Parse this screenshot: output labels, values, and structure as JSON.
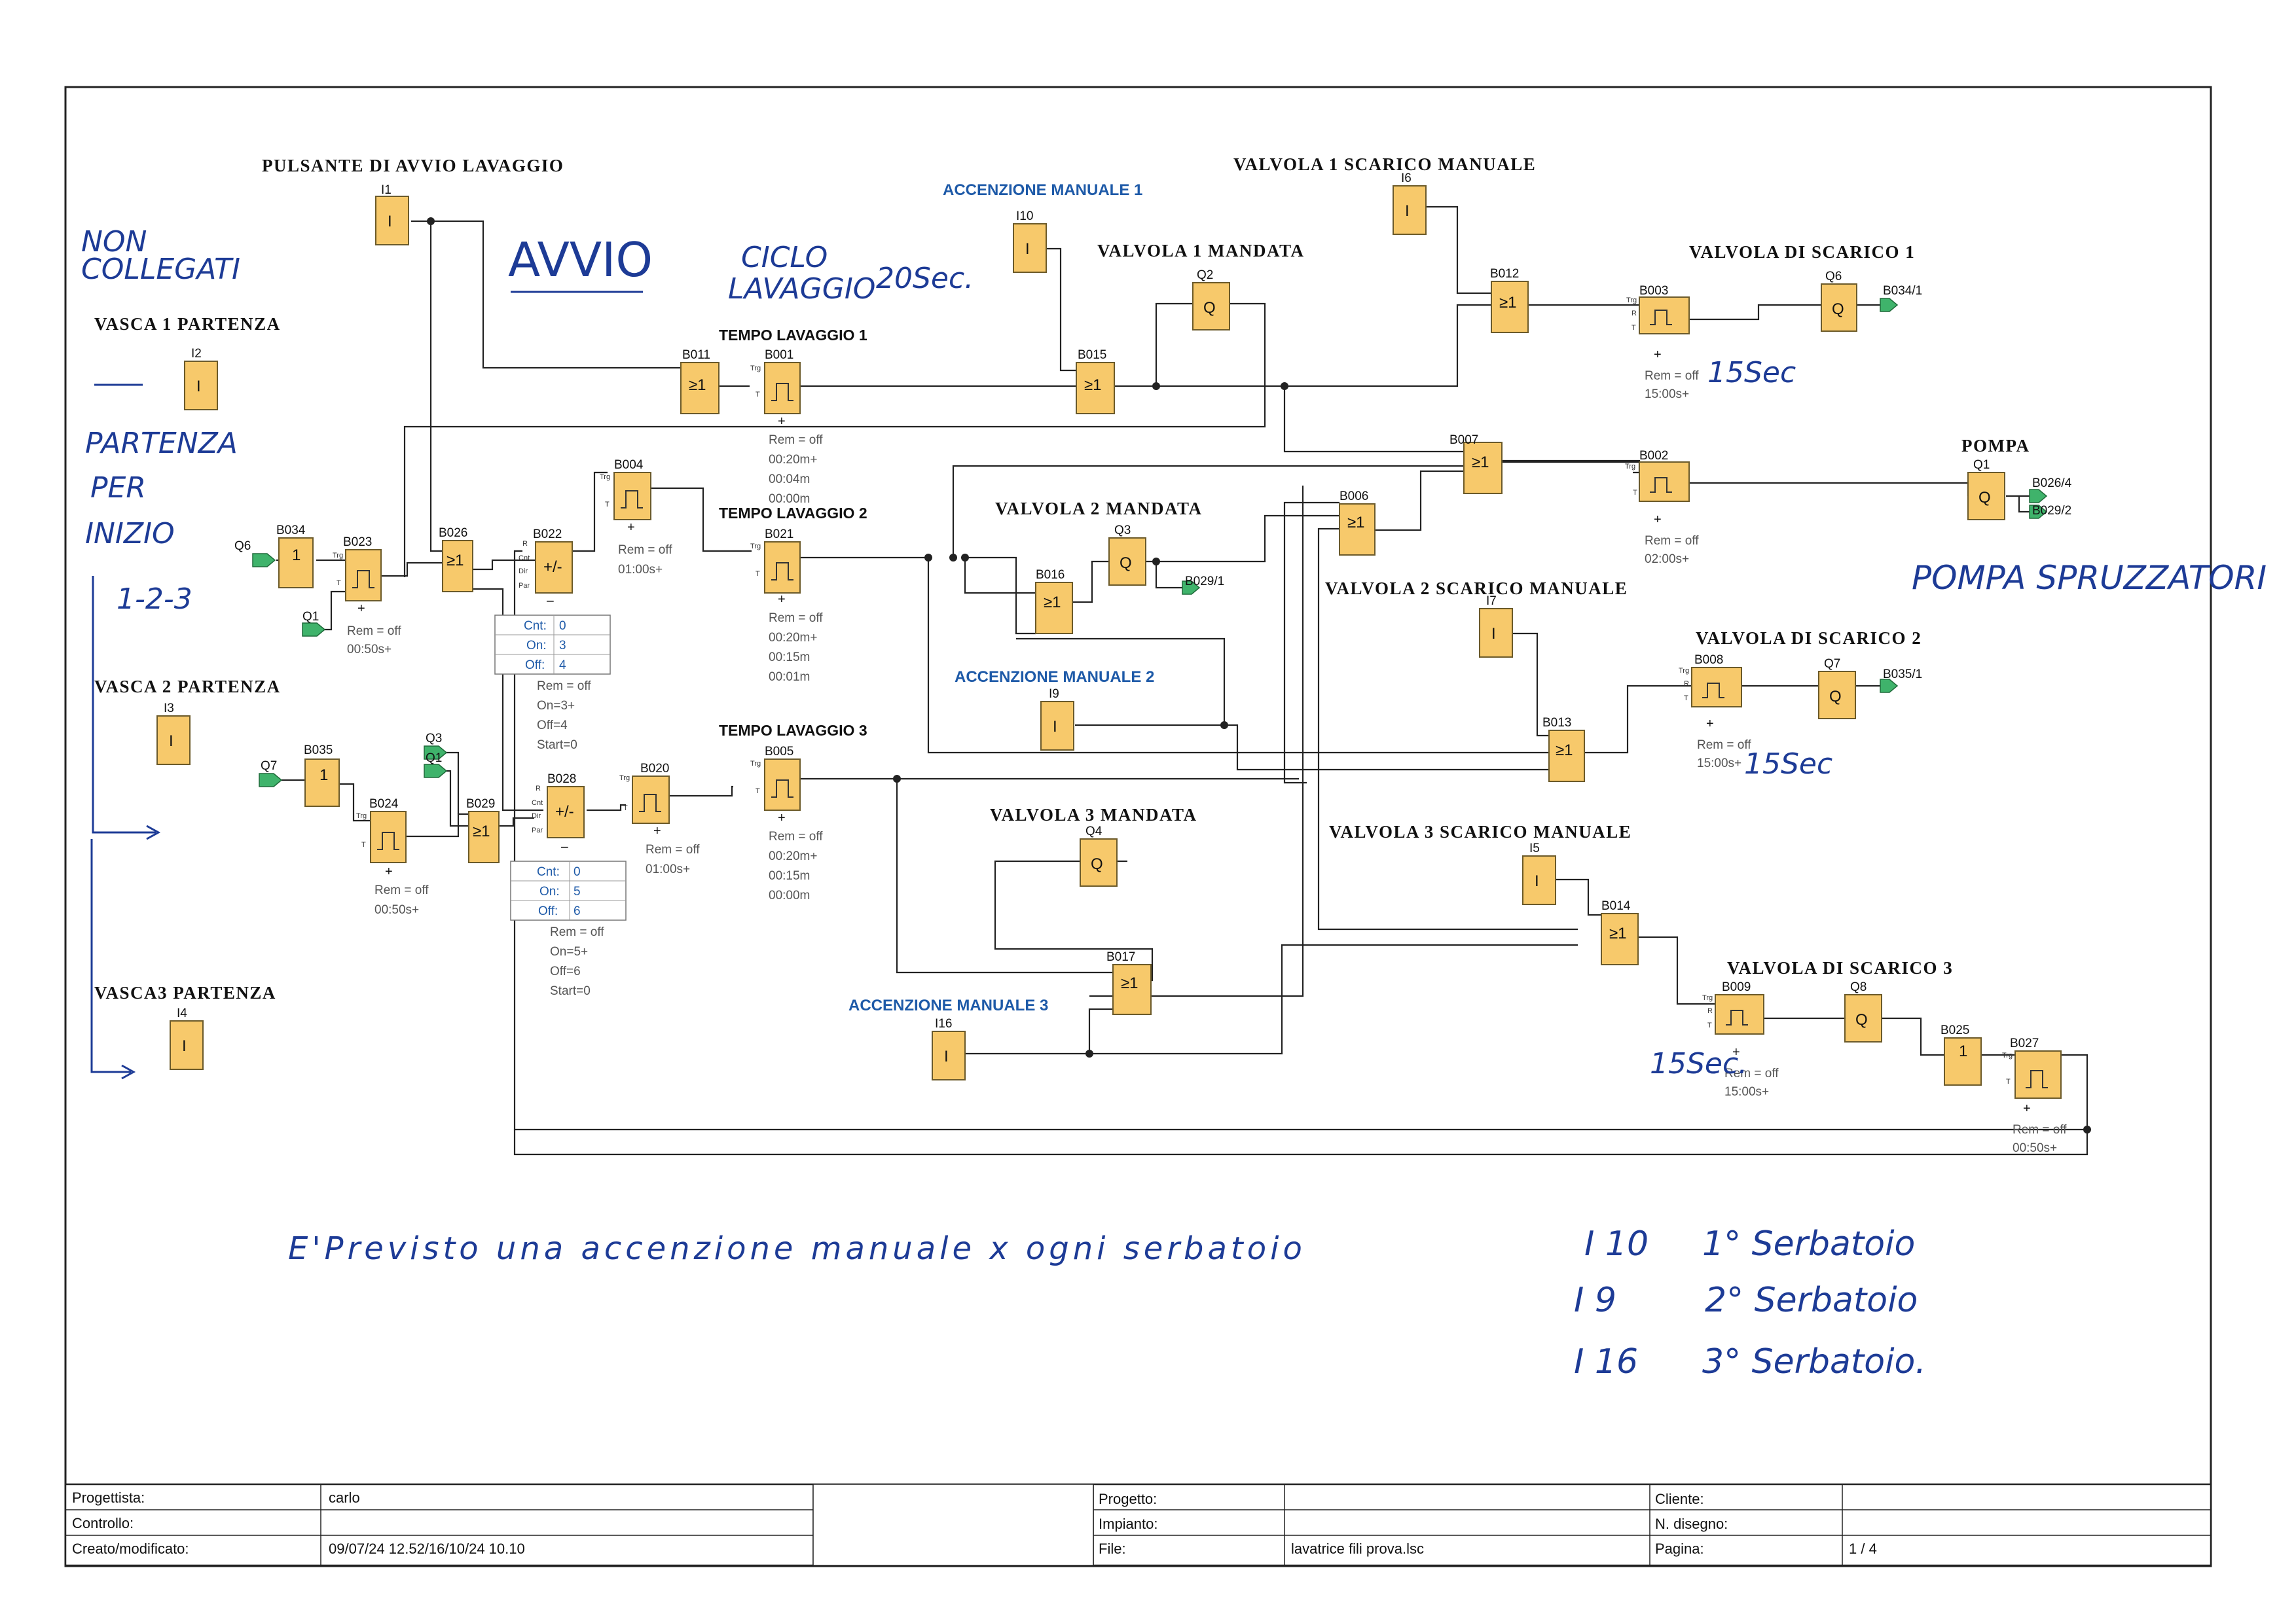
{
  "titles": {
    "pulsante": "PULSANTE DI AVVIO LAVAGGIO",
    "vasca1": "VASCA 1  PARTENZA",
    "vasca2": "VASCA 2 PARTENZA",
    "vasca3": "VASCA3 PARTENZA",
    "tempo1": "TEMPO LAVAGGIO 1",
    "tempo2": "TEMPO LAVAGGIO 2",
    "tempo3": "TEMPO LAVAGGIO 3",
    "valv1_mandata": "VALVOLA 1 MANDATA",
    "valv2_mandata": "VALVOLA 2 MANDATA",
    "valv3_mandata": "VALVOLA 3 MANDATA",
    "valv1_scarico_man": "VALVOLA 1 SCARICO MANUALE",
    "valv2_scarico_man": "VALVOLA 2 SCARICO MANUALE",
    "valv3_scarico_man": "VALVOLA 3 SCARICO MANUALE",
    "valv_scarico1": "VALVOLA DI SCARICO 1",
    "valv_scarico2": "VALVOLA  DI SCARICO 2",
    "valv_scarico3": "VALVOLA DI SCARICO 3",
    "pompa": "POMPA",
    "acc1": "ACCENZIONE MANUALE 1",
    "acc2": "ACCENZIONE MANUALE 2",
    "acc3": "ACCENZIONE MANUALE 3"
  },
  "symbols": {
    "input": "I",
    "output": "Q",
    "or": "≥1",
    "pass": "1",
    "counter": "+/-",
    "expand": "+",
    "collapse": "−"
  },
  "blocks": {
    "I1": "I1",
    "I2": "I2",
    "I3": "I3",
    "I4": "I4",
    "I5": "I5",
    "I6": "I6",
    "I7": "I7",
    "I9": "I9",
    "I10": "I10",
    "I16": "I16",
    "Q1": "Q1",
    "Q2": "Q2",
    "Q3": "Q3",
    "Q4": "Q4",
    "Q6": "Q6",
    "Q7": "Q7",
    "Q8": "Q8",
    "B001": "B001",
    "B002": "B002",
    "B003": "B003",
    "B004": "B004",
    "B005": "B005",
    "B006": "B006",
    "B007": "B007",
    "B008": "B008",
    "B009": "B009",
    "B011": "B011",
    "B012": "B012",
    "B013": "B013",
    "B014": "B014",
    "B015": "B015",
    "B016": "B016",
    "B017": "B017",
    "B020": "B020",
    "B021": "B021",
    "B022": "B022",
    "B023": "B023",
    "B024": "B024",
    "B025": "B025",
    "B026": "B026",
    "B027": "B027",
    "B028": "B028",
    "B029": "B029",
    "B034": "B034",
    "B035": "B035"
  },
  "flags": {
    "Q6": "Q6",
    "Q1": "Q1",
    "Q7": "Q7",
    "Q3": "Q3",
    "B034_1": "B034/1",
    "B029_1": "B029/1",
    "B026_4": "B026/4",
    "B029_2": "B029/2",
    "B035_1": "B035/1"
  },
  "params": {
    "rem_off": "Rem = off",
    "b001": [
      "00:20m+",
      "00:04m",
      "00:00m"
    ],
    "b021": [
      "00:20m+",
      "00:15m",
      "00:01m"
    ],
    "b005": [
      "00:20m+",
      "00:15m",
      "00:00m"
    ],
    "b004": "01:00s+",
    "b020": "01:00s+",
    "b023": "00:50s+",
    "b024": "00:50s+",
    "b027": "00:50s+",
    "b003": "15:00s+",
    "b008": "15:00s+",
    "b009": "15:00s+",
    "b002": "02:00s+",
    "b022": [
      "On=3+",
      "Off=4",
      "Start=0"
    ],
    "b028": [
      "On=5+",
      "Off=6",
      "Start=0"
    ]
  },
  "counter_tables": {
    "b022": [
      {
        "label": "Cnt:",
        "value": "0"
      },
      {
        "label": "On:",
        "value": "3"
      },
      {
        "label": "Off:",
        "value": "4"
      }
    ],
    "b028": [
      {
        "label": "Cnt:",
        "value": "0"
      },
      {
        "label": "On:",
        "value": "5"
      },
      {
        "label": "Off:",
        "value": "6"
      }
    ]
  },
  "pins": {
    "trg": "Trg",
    "t": "T",
    "r": "R",
    "cnt": "Cnt",
    "dir": "Dir",
    "par": "Par"
  },
  "handwritten": {
    "non_collegati_1": "NON",
    "non_collegati_2": "COLLEGATI",
    "avvio": "AVVIO",
    "ciclo_1": "CICLO",
    "ciclo_2": "LAVAGGIO",
    "ciclo_3": "20Sec.",
    "sec15_1": "15Sec",
    "sec15_2": "15Sec",
    "sec15_3": "15Sec.",
    "partenza_1": "PARTENZA",
    "partenza_2": "PER",
    "partenza_3": "INIZIO",
    "seq": "1-2-3",
    "pompa_spruzzatori": "POMPA SPRUZZATORI",
    "note": "E'Previsto una accenzione manuale x ogni serbatoio",
    "legend": [
      {
        "input": "I 10",
        "tank": "1° Serbatoio"
      },
      {
        "input": "I 9",
        "tank": "2° Serbatoio"
      },
      {
        "input": "I 16",
        "tank": "3° Serbatoio."
      }
    ]
  },
  "title_block": {
    "progettista_label": "Progettista:",
    "progettista": "carlo",
    "controllo_label": "Controllo:",
    "controllo": "",
    "creato_label": "Creato/modificato:",
    "creato": "09/07/24 12.52/16/10/24 10.10",
    "progetto_label": "Progetto:",
    "progetto": "",
    "impianto_label": "Impianto:",
    "impianto": "",
    "file_label": "File:",
    "file": "lavatrice fili prova.lsc",
    "cliente_label": "Cliente:",
    "cliente": "",
    "ndisegno_label": "N. disegno:",
    "ndisegno": "",
    "pagina_label": "Pagina:",
    "pagina": "1 / 4"
  }
}
